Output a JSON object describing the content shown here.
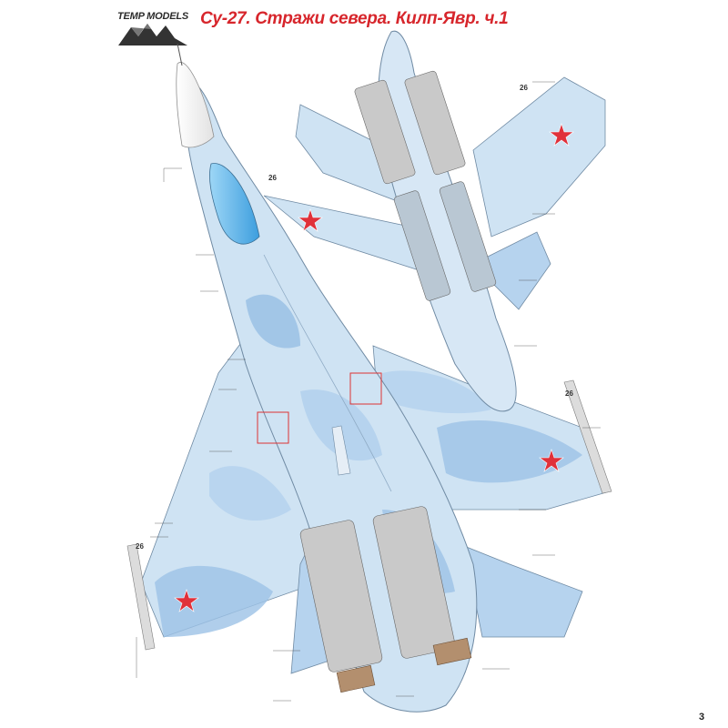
{
  "header": {
    "logo_text": "TEMP MODELS",
    "title": "Су-27. Стражи севера. Килп-Явр. ч.1"
  },
  "aircraft_number_labels": [
    "26",
    "26",
    "26",
    "26"
  ],
  "footer": {
    "page_number": "3"
  },
  "colors": {
    "title_red": "#d7262c",
    "camo_light": "#cfe3f3",
    "camo_mid": "#b6d3ee",
    "camo_dark": "#9cc2e6",
    "star_red": "#e0313a",
    "radome": "#f4f4f4",
    "canopy": "#7cc3ee",
    "engine_bay": "#c9c9c9",
    "nozzle": "#b38f6e"
  }
}
